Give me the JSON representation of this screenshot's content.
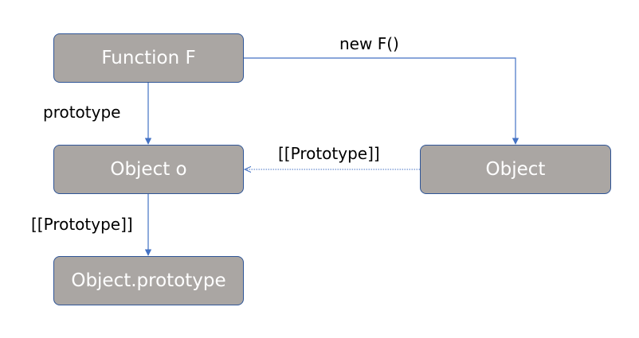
{
  "diagram": {
    "nodes": {
      "function_f": "Function F",
      "object_o": "Object o",
      "object_prototype": "Object.prototype",
      "object": "Object"
    },
    "labels": {
      "new_f": "new F()",
      "prototype": "prototype",
      "proto_object_to_o": "[[Prototype]]",
      "proto_o_to_object_prototype": "[[Prototype]]"
    },
    "colors": {
      "box_fill": "#aaa6a3",
      "box_border": "#2f5597",
      "box_text": "#ffffff",
      "connector": "#4472c4",
      "label_text": "#000000"
    }
  }
}
